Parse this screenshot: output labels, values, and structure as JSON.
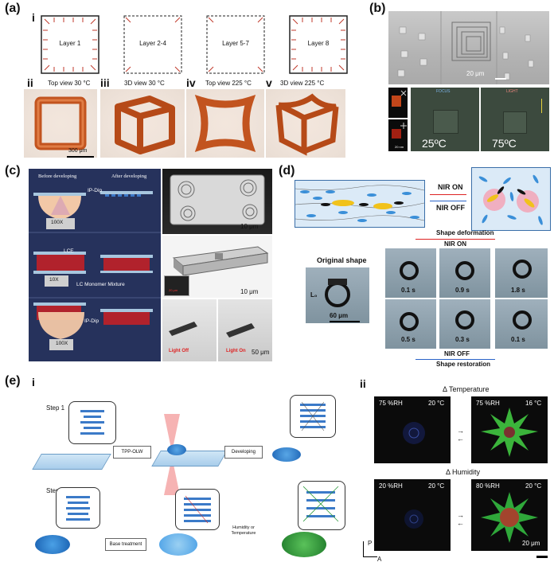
{
  "panel_a": {
    "label": "(a)",
    "row1_roman": "i",
    "layers": [
      "Layer 1",
      "Layer 2-4",
      "Layer 5-7",
      "Layer 8"
    ],
    "photos": [
      {
        "roman": "ii",
        "caption": "Top view 30 °C"
      },
      {
        "roman": "iii",
        "caption": "3D view 30 °C"
      },
      {
        "roman": "iv",
        "caption": "Top view 225 °C"
      },
      {
        "roman": "v",
        "caption": "3D view 225 °C"
      }
    ],
    "scale": "300 μm"
  },
  "panel_b": {
    "label": "(b)",
    "scale_sem": "20 μm",
    "scale_small": "20 nm",
    "temp_left": "25ºC",
    "temp_right": "75ºC",
    "label_left": "FOCUS",
    "label_right": "LIGHT"
  },
  "panel_c": {
    "label": "(c)",
    "before": "Before developing",
    "after": "After developing",
    "ipchip_1": "IP-Dip",
    "obj_1": "100X",
    "lce": "LCE",
    "obj_2": "10X",
    "monomer": "LC Monomer Mixture",
    "ipchip_2": "IP-Dip",
    "obj_3": "100X",
    "scale_1": "10 μm",
    "scale_2": "10 μm",
    "inset_scale": "20 μm",
    "light_off": "Light Off",
    "light_on": "Light On",
    "scale_3": "50 μm"
  },
  "panel_d": {
    "label": "(d)",
    "nir_on": "NIR ON",
    "nir_off": "NIR OFF",
    "shape_def": "Shape deformation",
    "nir_on_2": "NIR ON",
    "original": "Original shape",
    "l0": "L₀",
    "scale": "60 μm",
    "times_top": [
      "0.1 s",
      "0.9 s",
      "1.8 s"
    ],
    "times_bottom": [
      "0.5 s",
      "0.3 s",
      "0.1 s"
    ],
    "nir_off_2": "NIR OFF",
    "shape_rest": "Shape restoration"
  },
  "panel_e": {
    "label": "(e)",
    "roman_i": "i",
    "roman_ii": "ii",
    "step1": "Step 1",
    "step2": "Step 2",
    "tpp": "TPP-OLW",
    "developing": "Developing",
    "base": "Base treatment",
    "humidity_or_temp": "Humidity or Temperature",
    "delta_temp": "Δ Temperature",
    "delta_hum": "Δ Humidity",
    "t1_rh": "75 %RH",
    "t1_t": "20 °C",
    "t2_rh": "75 %RH",
    "t2_t": "16 °C",
    "h1_rh": "20 %RH",
    "h1_t": "20 °C",
    "h2_rh": "80 %RH",
    "h2_t": "20 °C",
    "scale": "20 μm",
    "axis_p": "P",
    "axis_a": "A"
  }
}
